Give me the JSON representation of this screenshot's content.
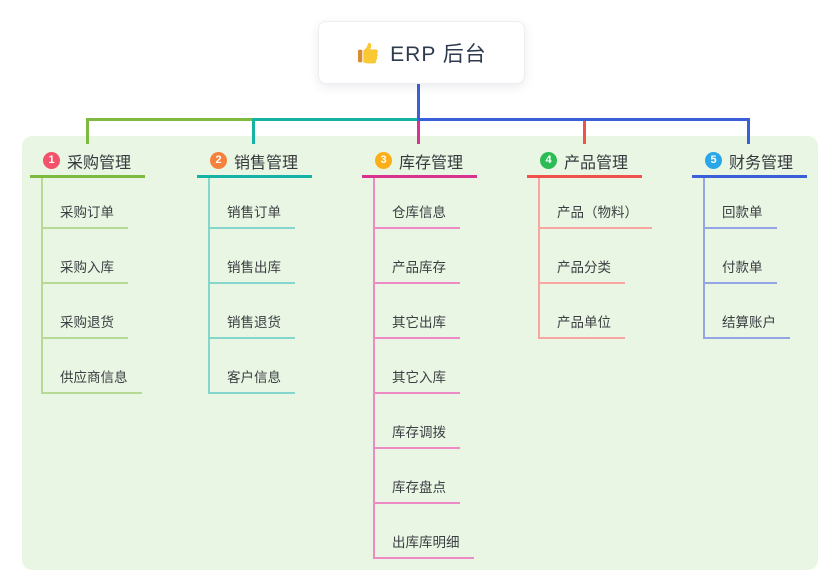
{
  "root_node": {
    "icon": "thumbs-up-icon",
    "label": "ERP 后台"
  },
  "panel": {
    "background": "#e9f6e3"
  },
  "colors": {
    "bus_green": "#7eba40",
    "bus_teal": "#16b2a6",
    "bus_blue": "#3a5fd9",
    "drop_magenta": "#d7338f",
    "drop_red": "#f1514c",
    "root_connector": "#3a5fd9"
  },
  "branches": [
    {
      "badge": "1",
      "label": "采购管理",
      "badge_color": "#f4526b",
      "line_color": "#7eba40",
      "light_color": "#b7d996",
      "children": [
        "采购订单",
        "采购入库",
        "采购退货",
        "供应商信息"
      ]
    },
    {
      "badge": "2",
      "label": "销售管理",
      "badge_color": "#f5813c",
      "line_color": "#16b2a6",
      "light_color": "#85d6cc",
      "children": [
        "销售订单",
        "销售出库",
        "销售退货",
        "客户信息"
      ]
    },
    {
      "badge": "3",
      "label": "库存管理",
      "badge_color": "#fbae17",
      "line_color": "#d7338f",
      "light_color": "#ee8ac4",
      "children": [
        "仓库信息",
        "产品库存",
        "其它出库",
        "其它入库",
        "库存调拨",
        "库存盘点",
        "出库库明细"
      ]
    },
    {
      "badge": "4",
      "label": "产品管理",
      "badge_color": "#2dbb55",
      "line_color": "#f1514c",
      "light_color": "#f8a6a2",
      "children": [
        "产品（物料）",
        "产品分类",
        "产品单位"
      ]
    },
    {
      "badge": "5",
      "label": "财务管理",
      "badge_color": "#29a7e9",
      "line_color": "#3a5fd9",
      "light_color": "#94a5e6",
      "children": [
        "回款单",
        "付款单",
        "结算账户"
      ]
    }
  ]
}
